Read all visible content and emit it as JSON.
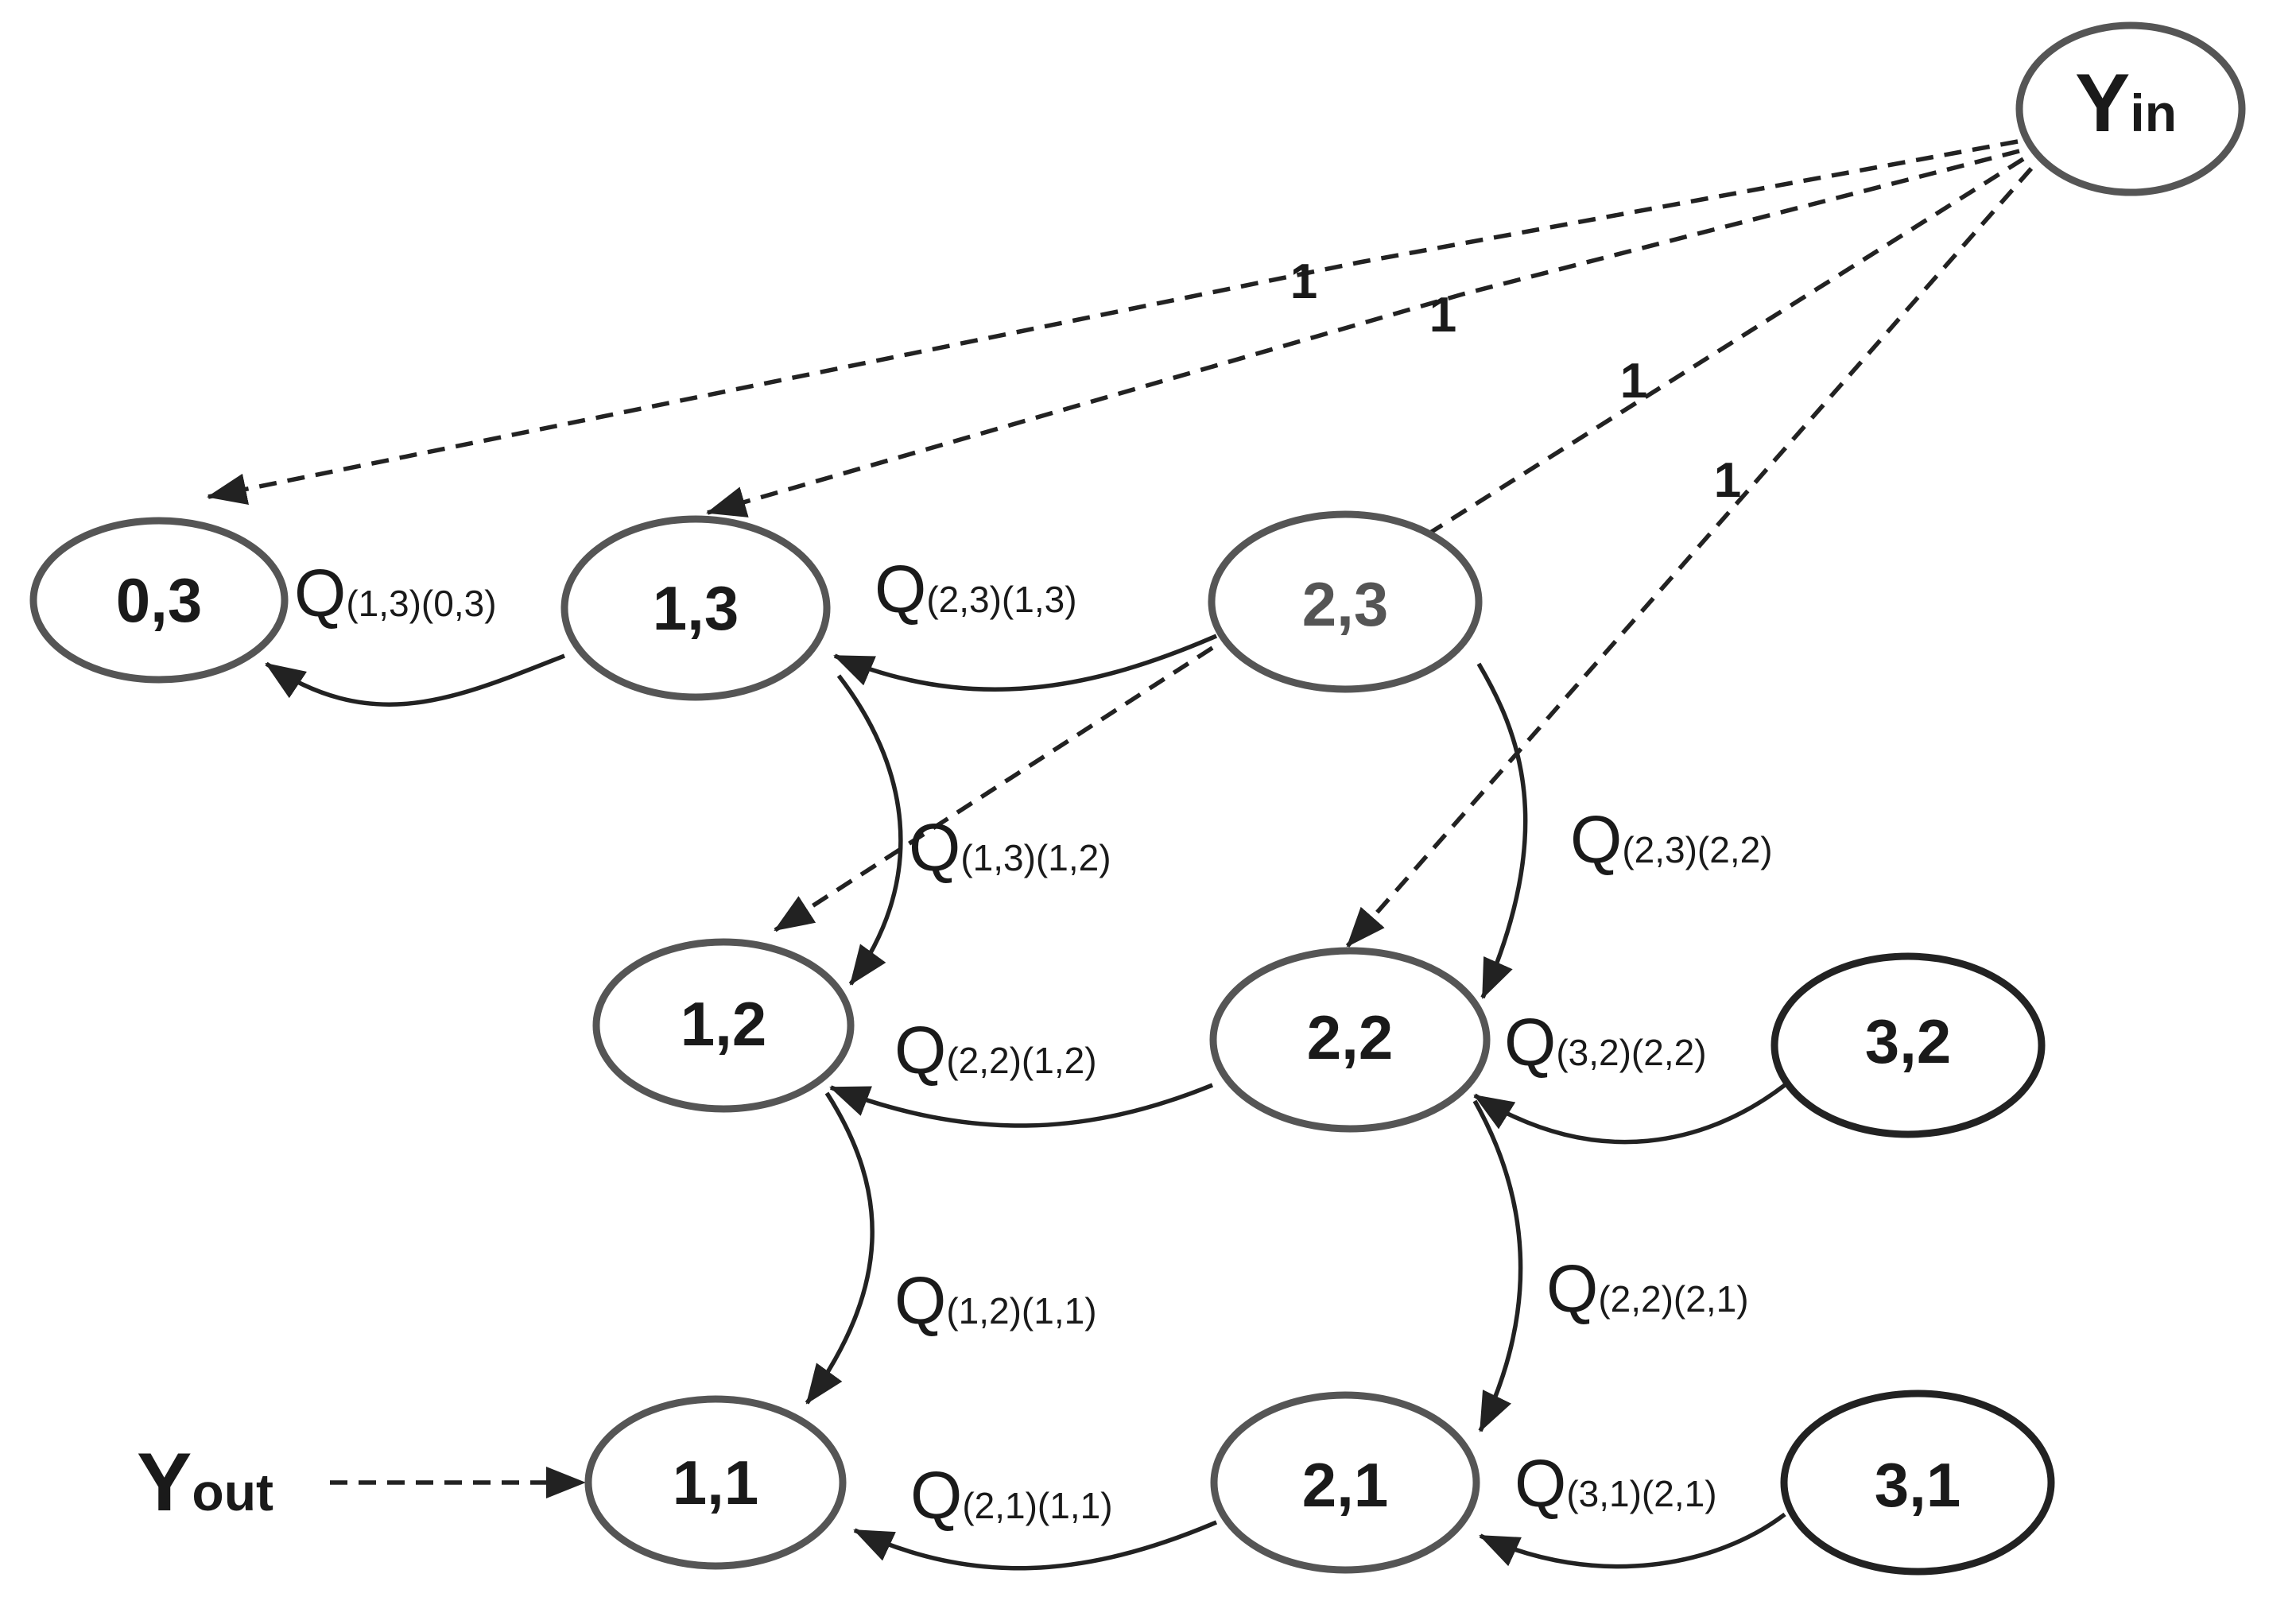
{
  "nodes": {
    "n03": "0,3",
    "n13": "1,3",
    "n23": "2,3",
    "n12": "1,2",
    "n22": "2,2",
    "n32": "3,2",
    "n11": "1,1",
    "n21": "2,1",
    "n31": "3,1"
  },
  "y_in": {
    "main": "Y",
    "sub": "in"
  },
  "y_out": {
    "main": "Y",
    "sub": "out"
  },
  "unit_weights": [
    "1",
    "1",
    "1",
    "1"
  ],
  "transitions": {
    "q13_03": {
      "main": "Q",
      "sub": "(1,3)(0,3)"
    },
    "q23_13": {
      "main": "Q",
      "sub": "(2,3)(1,3)"
    },
    "q13_12": {
      "main": "Q",
      "sub": "(1,3)(1,2)"
    },
    "q23_22": {
      "main": "Q",
      "sub": "(2,3)(2,2)"
    },
    "q22_12": {
      "main": "Q",
      "sub": "(2,2)(1,2)"
    },
    "q32_22": {
      "main": "Q",
      "sub": "(3,2)(2,2)"
    },
    "q12_11": {
      "main": "Q",
      "sub": "(1,2)(1,1)"
    },
    "q22_21": {
      "main": "Q",
      "sub": "(2,2)(2,1)"
    },
    "q21_11": {
      "main": "Q",
      "sub": "(2,1)(1,1)"
    },
    "q31_21": {
      "main": "Q",
      "sub": "(3,1)(2,1)"
    }
  }
}
